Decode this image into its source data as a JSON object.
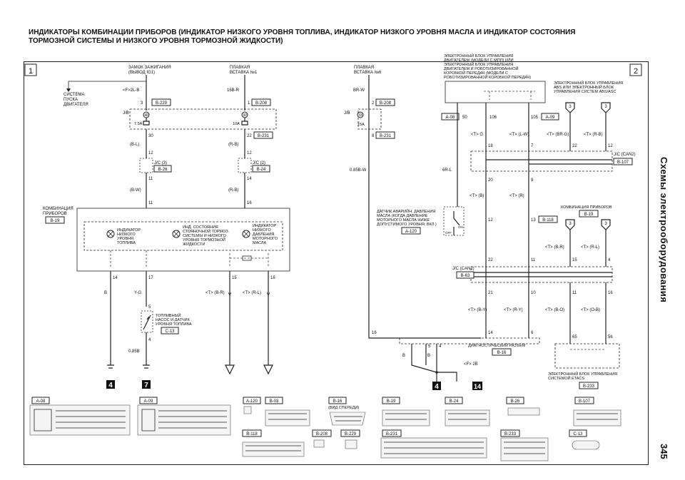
{
  "header": {
    "title": "ИНДИКАТОРЫ КОМБИНАЦИИ ПРИБОРОВ (ИНДИКАТОР НИЗКОГО УРОВНЯ ТОПЛИВА, ИНДИКАТОР НИЗКОГО УРОВНЯ МАСЛА И ИНДИКАТОР СОСТОЯНИЯ ТОРМОЗНОЙ СИСТЕМЫ И НИЗКОГО УРОВНЯ ТОРМОЗНОЙ ЖИДКОСТИ)",
    "side_title": "Схемы электрооборудования",
    "page_number": "345",
    "sheet_left": "1",
    "sheet_right": "2"
  },
  "left": {
    "ignition_label_1": "ЗАМОК ЗАЖИГАНИЯ",
    "ignition_label_2": "(ВЫВОД IG1)",
    "fuse1_label_1": "ПЛАВКАЯ",
    "fuse1_label_2": "ВСТАВКА №1",
    "start_system_1": "СИСТЕМА",
    "start_system_2": "ПУСКА",
    "start_system_3": "ДВИГАТЕЛЯ",
    "w_f2lb": "<F>2L-B",
    "w_15br": "15B-R",
    "pin3": "3",
    "pin1": "1",
    "c_b229": "B-229",
    "c_b208": "B-208",
    "jb": "J/B",
    "fuse40": "40",
    "fuse40_a": "7.5A",
    "fuse30": "30",
    "fuse30_a": "10A",
    "pin30": "30",
    "pin22": "22",
    "c_b231": "B-231",
    "w_bl": "(B-L)",
    "w_rb": "(R-B)",
    "pin12": "12",
    "pin12b": "12",
    "jc3": "J/C (3)",
    "c_b26": "B-26",
    "jc2": "J/C (2)",
    "c_b24": "B-24",
    "pin11": "11",
    "pin14": "14",
    "w_bw": "(B-W)",
    "w_rb2": "(R-B)",
    "pin11b": "11",
    "pin16t": "16",
    "combo_label_1": "КОМБИНАЦИЯ",
    "combo_label_2": "ПРИБОРОВ",
    "c_b19": "B-19",
    "ind_fuel_1": "ИНДИКАТОР",
    "ind_fuel_2": "НИЗКОГО",
    "ind_fuel_3": "УРОВНЯ",
    "ind_fuel_4": "ТОПЛИВА",
    "ind_brake_1": "ИНД. СОСТОЯНИЯ",
    "ind_brake_2": "СТОЯНОЧНОЙ ТОРМОЗ.",
    "ind_brake_3": "СИСТЕМЫ И НИЗКОГО",
    "ind_brake_4": "УРОВНЯ ТОРМОЗНОЙ",
    "ind_brake_5": "ЖИДКОСТИ",
    "ind_oil_1": "ИНДИКАТОР",
    "ind_oil_2": "НИЗКОГО",
    "ind_oil_3": "ДАВЛЕНИЯ",
    "ind_oil_4": "МОТОРНОГО",
    "ind_oil_5": "МАСЛА",
    "pin14b": "14",
    "pin17": "17",
    "pin15": "15",
    "pin16": "16",
    "w_b": "B",
    "w_yg": "Y-G",
    "w_tbr": "<T> (B-R)",
    "w_trl": "<T> (R-L)",
    "pin5": "5",
    "pump_1": "ТОПЛИВНЫЙ",
    "pump_2": "НАСОС И ДАТЧИК",
    "pump_3": "УРОВНЯ ТОПЛИВА",
    "c_c13": "C-13",
    "pin4": "4",
    "w_085b": "0.85B",
    "ground4": "4",
    "ground7": "7"
  },
  "middle": {
    "fuse6_1": "ПЛАВКАЯ",
    "fuse6_2": "ВСТАВКА №6",
    "w_brw": "BR-W",
    "pin2": "2",
    "c_b208": "B-208",
    "jb": "J/B",
    "fuse33": "33",
    "fuse33_a": "15A",
    "pin8": "8",
    "c_b231": "B-231",
    "w_085bw": "0.85B-W",
    "oil_sensor_1": "ДАТЧИК АВАРИЙН. ДАВЛЕНИЯ",
    "oil_sensor_2": "МАСЛА (КОГДА ДАВЛЕНИЕ",
    "oil_sensor_3": "МОТОРНОГО МАСЛА НИЖЕ",
    "oil_sensor_4": "ДОПУСТИМОГО УРОВНЯ: ВКЛ.)",
    "c_a120": "A-120",
    "sw_off": "OFF",
    "sw_on": "ON",
    "pin16": "16",
    "w_b1": "B",
    "w_b2": "B",
    "pin5": "5",
    "pin4": "4",
    "w_f2b": "<F> 2B",
    "ground4": "4",
    "ground14": "14"
  },
  "right": {
    "ecu_1": "ЭЛЕКТРОННЫЙ БЛОК УПРАВЛЕНИЯ",
    "ecu_2": "ДВИГАТЕЛЕМ (МОДЕЛИ С МПП) ИЛИ",
    "ecu_3": "ЭЛЕКТРОННЫЙ БЛОК УПРАВЛЕНИЯ",
    "ecu_4": "ДВИГАТЕЛЕМ И РОБОТИЗИРОВАННОЙ",
    "ecu_5": "КОРОБКОЙ ПЕРЕДАЧ (МОДЕЛИ С",
    "ecu_6": "РОБОТИЗИРОВАННОЙ КОРОБКОЙ ПЕРЕДАЧ)",
    "abs_1": "ЭЛЕКТРОННЫЙ БЛОК УПРАВЛЕНИЯ",
    "abs_2": "ABS ИЛИ ЭЛЕКТРОННЫЙ БЛОК",
    "abs_3": "УПРАВЛЕНИЯ СИСТЕМ ABS/ASC",
    "c_a08": "A-08",
    "pin50": "50",
    "pin106": "106",
    "pin105": "105",
    "c_a09": "A-09",
    "w_tg": "<T> G",
    "w_tlw": "<T> (L-W)",
    "w_tbrg": "<T> (BR-G)",
    "w_trb": "<T> (R-B)",
    "pin18": "18",
    "pin7": "7",
    "pin22": "22",
    "pin12": "12",
    "jc_can2": "J/C (CAN2)",
    "c_b107": "B-107",
    "w_6rl": "6R-L",
    "pin20": "20",
    "pin9": "9",
    "w_tb": "<T> (B)",
    "w_tr": "<T> (R)",
    "pin12b": "12",
    "pin13": "13",
    "c_b118": "B-118",
    "combo_1": "КОМБИНАЦИЯ ПРИБОРОВ",
    "c_b19": "B-19",
    "w_tbr": "<T> (B-R)",
    "w_trl": "<T> (R-L)",
    "pin15": "15",
    "pin4": "4",
    "pin22b": "22",
    "pin11": "11",
    "jc_can1": "J/C (CAN1)",
    "c_b63": "B-63",
    "pin21": "21",
    "pin10": "10",
    "pin11b": "11",
    "pin16": "16",
    "w_tby": "<T> (B-Y)",
    "w_try": "<T> (R-Y)",
    "w_tbo": "<T> (B-O)",
    "w_tob": "<T> (O-B)",
    "pin14": "14",
    "pin6": "6",
    "pin65": "65",
    "pin56": "56",
    "diag_1": "ДИАГНОСТИЧЕСКИЙ РАЗЪЕМ",
    "c_b16": "B-16",
    "etacs_1": "ЭЛЕКТРОННЫЙ БЛОК УПРАВЛЕНИЯ",
    "etacs_2": "СИСТЕМОЙ ETACS",
    "c_b233": "B-233",
    "pin3a": "3",
    "pin3b": "3",
    "pin3c": "3",
    "pin3d": "3"
  },
  "connectors": {
    "a08": "A-08",
    "a09": "A-09",
    "a120": "A-120",
    "b03": "B-03",
    "b16": "B-16",
    "b16_note": "(ВИД СПЕРЕДИ)",
    "b19": "B-19",
    "b24": "B-24",
    "b26": "B-26",
    "b107": "B-107",
    "b118": "B-118",
    "b208": "B-208",
    "b229": "B-229",
    "b231": "B-231",
    "b233": "B-233",
    "c13": "C-13"
  }
}
